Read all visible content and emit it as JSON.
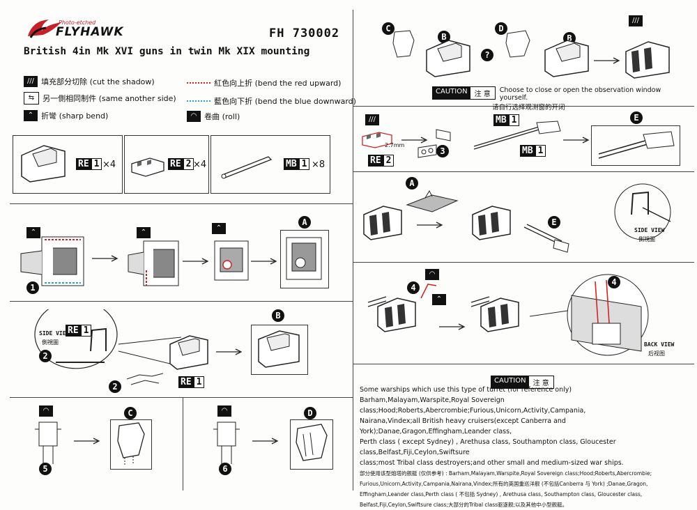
{
  "header": {
    "logo_text": "FLYHAWK",
    "logo_sub": "Photo-etched",
    "product_code": "FH 730002",
    "title": "British 4in Mk XVI guns in twin Mk XIX mounting"
  },
  "legend": {
    "cut_shadow": "填充部分切除 (cut the shadow)",
    "same_side": "另一側相同制件 (same another side)",
    "sharp_bend": "折彎 (sharp bend)",
    "red_upward": "紅色向上折 (bend the red upward)",
    "blue_downward": "藍色向下折 (bend the blue downward)",
    "roll": "卷曲 (roll)"
  },
  "parts": {
    "re1_t": "RE",
    "re1_n": "1",
    "re1_qty": "×4",
    "re2_t": "RE",
    "re2_n": "2",
    "re2_qty": "×4",
    "mb1_t": "MB",
    "mb1_n": "1",
    "mb1_qty": "×8"
  },
  "steps": {
    "a": "A",
    "b": "B",
    "c": "C",
    "d": "D",
    "e": "E",
    "q": "?",
    "n1": "1",
    "n2": "2",
    "n3": "3",
    "n4": "4",
    "n5": "5",
    "n6": "6"
  },
  "labels": {
    "side_view": "SIDE VIEW",
    "side_view_cn": "側視圖",
    "back_view": "BACK VIEW",
    "back_view_cn": "后视图",
    "dim": "2.7mm"
  },
  "caution1": {
    "en": "CAUTION",
    "cn": "注 意",
    "text_en": "Choose to close or open the observation window yourself.",
    "text_cn": "请自行选择观测窗的开闭"
  },
  "caution2": {
    "en": "CAUTION",
    "cn": "注 意",
    "intro": "Some warships which use this type of turret (for reference only)",
    "l1": "Barham,Malayam,Warspite,Royal Sovereign class;Hood;Roberts,Abercrombie;Furious,Unicorn,Activity,Campania,",
    "l2": "Nairana,Vindex;all British heavy cruisers(except Canberra and York);Danae,Gragon,Effingham,Leander class,",
    "l3": "Perth class ( except Sydney) , Arethusa class, Southampton class, Gloucester class,Belfast,Fiji,Ceylon,Swiftsure",
    "l4": "class;most Tribal class destroyers;and other small and medium-sized war ships.",
    "c1": "部分使用该型炮塔的舰艇 (仅供参考) : Barham,Malayam,Warspite,Royal Sovereign class;Hood;Roberts,Abercrombie;",
    "c2": "Furious,Unicorn,Activity,Campania,Nairana,Vindex;所有的英国重巡洋舰 (不包括Canberra 与 York) ;Danae,Gragon,",
    "c3": "Effingham,Leander class,Perth class ( 不包括 Sydney) , Arethusa class, Southampton class, Gloucester class,",
    "c4": "Belfast,Fiji,Ceylon,Swiftsure class;大部分的Tribal class驱逐舰;以及其他中小型舰艇。"
  }
}
